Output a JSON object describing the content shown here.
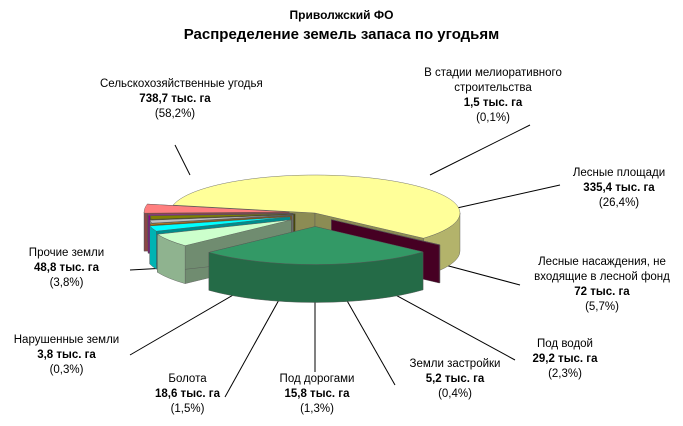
{
  "title": "Приволжский ФО",
  "subtitle": "Распределение земель запаса по угодьям",
  "chart_data": {
    "type": "pie",
    "unit": "тыс. га",
    "slices": [
      {
        "name": "Сельскохозяйственные угодья",
        "value": 738.7,
        "value_label": "738,7 тыс. га",
        "percent_label": "(58,2%)",
        "color": "#ffff99"
      },
      {
        "name": "В стадии мелиоративного строительства",
        "value": 1.5,
        "value_label": "1,5 тыс. га",
        "percent_label": "(0,1%)",
        "color": "#800040"
      },
      {
        "name": "Лесные площади",
        "value": 335.4,
        "value_label": "335,4 тыс. га",
        "percent_label": "(26,4%)",
        "color": "#339966"
      },
      {
        "name": "Лесные насаждения, не входящие в лесной фонд",
        "value": 72,
        "value_label": "72 тыс. га",
        "percent_label": "(5,7%)",
        "color": "#ccffcc"
      },
      {
        "name": "Под водой",
        "value": 29.2,
        "value_label": "29,2 тыс. га",
        "percent_label": "(2,3%)",
        "color": "#00ffff"
      },
      {
        "name": "Земли застройки",
        "value": 5.2,
        "value_label": "5,2 тыс. га",
        "percent_label": "(0,4%)",
        "color": "#ff9900"
      },
      {
        "name": "Под дорогами",
        "value": 15.8,
        "value_label": "15,8 тыс. га",
        "percent_label": "(1,3%)",
        "color": "#c0c0c0"
      },
      {
        "name": "Болота",
        "value": 18.6,
        "value_label": "18,6 тыс. га",
        "percent_label": "(1,5%)",
        "color": "#808000"
      },
      {
        "name": "Нарушенные земли",
        "value": 3.8,
        "value_label": "3,8 тыс. га",
        "percent_label": "(0,3%)",
        "color": "#ff00ff"
      },
      {
        "name": "Прочие земли",
        "value": 48.8,
        "value_label": "48,8 тыс. га",
        "percent_label": "(3,8%)",
        "color": "#ff7f7f"
      }
    ]
  }
}
